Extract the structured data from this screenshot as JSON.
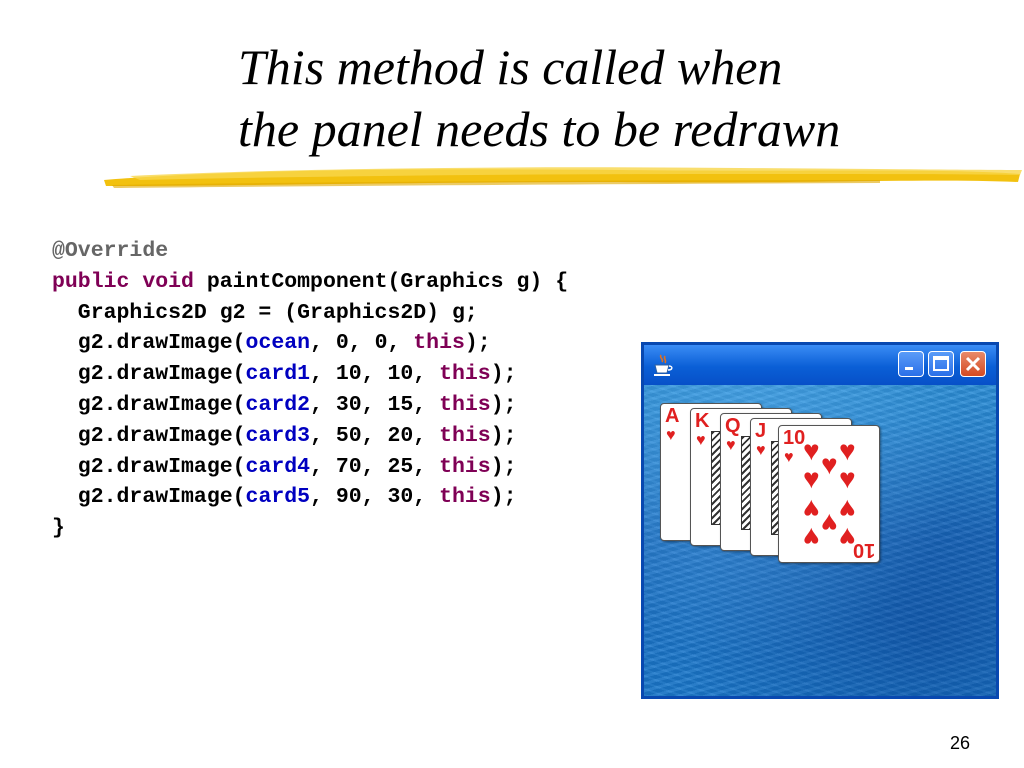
{
  "title": {
    "line1": "This method is called when",
    "line2": "the panel needs to be redrawn"
  },
  "code": {
    "annotation": "@Override",
    "line2": {
      "kw": "public void",
      "rest": " paintComponent(Graphics g) {"
    },
    "line3": "  Graphics2D g2 = (Graphics2D) g;",
    "draw_prefix": "  g2.drawImage(",
    "this_kw": "this",
    "close_paren": ");",
    "draw_calls": [
      {
        "var": "ocean",
        "args": ", 0, 0, "
      },
      {
        "var": "card1",
        "args": ", 10, 10, "
      },
      {
        "var": "card2",
        "args": ", 30, 15, "
      },
      {
        "var": "card3",
        "args": ", 50, 20, "
      },
      {
        "var": "card4",
        "args": ", 70, 25, "
      },
      {
        "var": "card5",
        "args": ", 90, 30, "
      }
    ],
    "closing_brace": "}"
  },
  "window": {
    "cards": [
      {
        "rank": "A"
      },
      {
        "rank": "K"
      },
      {
        "rank": "Q"
      },
      {
        "rank": "J"
      },
      {
        "rank": "10"
      }
    ]
  },
  "colors": {
    "keyword": "#7f0055",
    "variable": "#0000c0",
    "annotation": "#666666",
    "underline": "#f2c10f",
    "suit": "#e02020",
    "titlebar": "#0a5fd6"
  },
  "slide_number": "26"
}
